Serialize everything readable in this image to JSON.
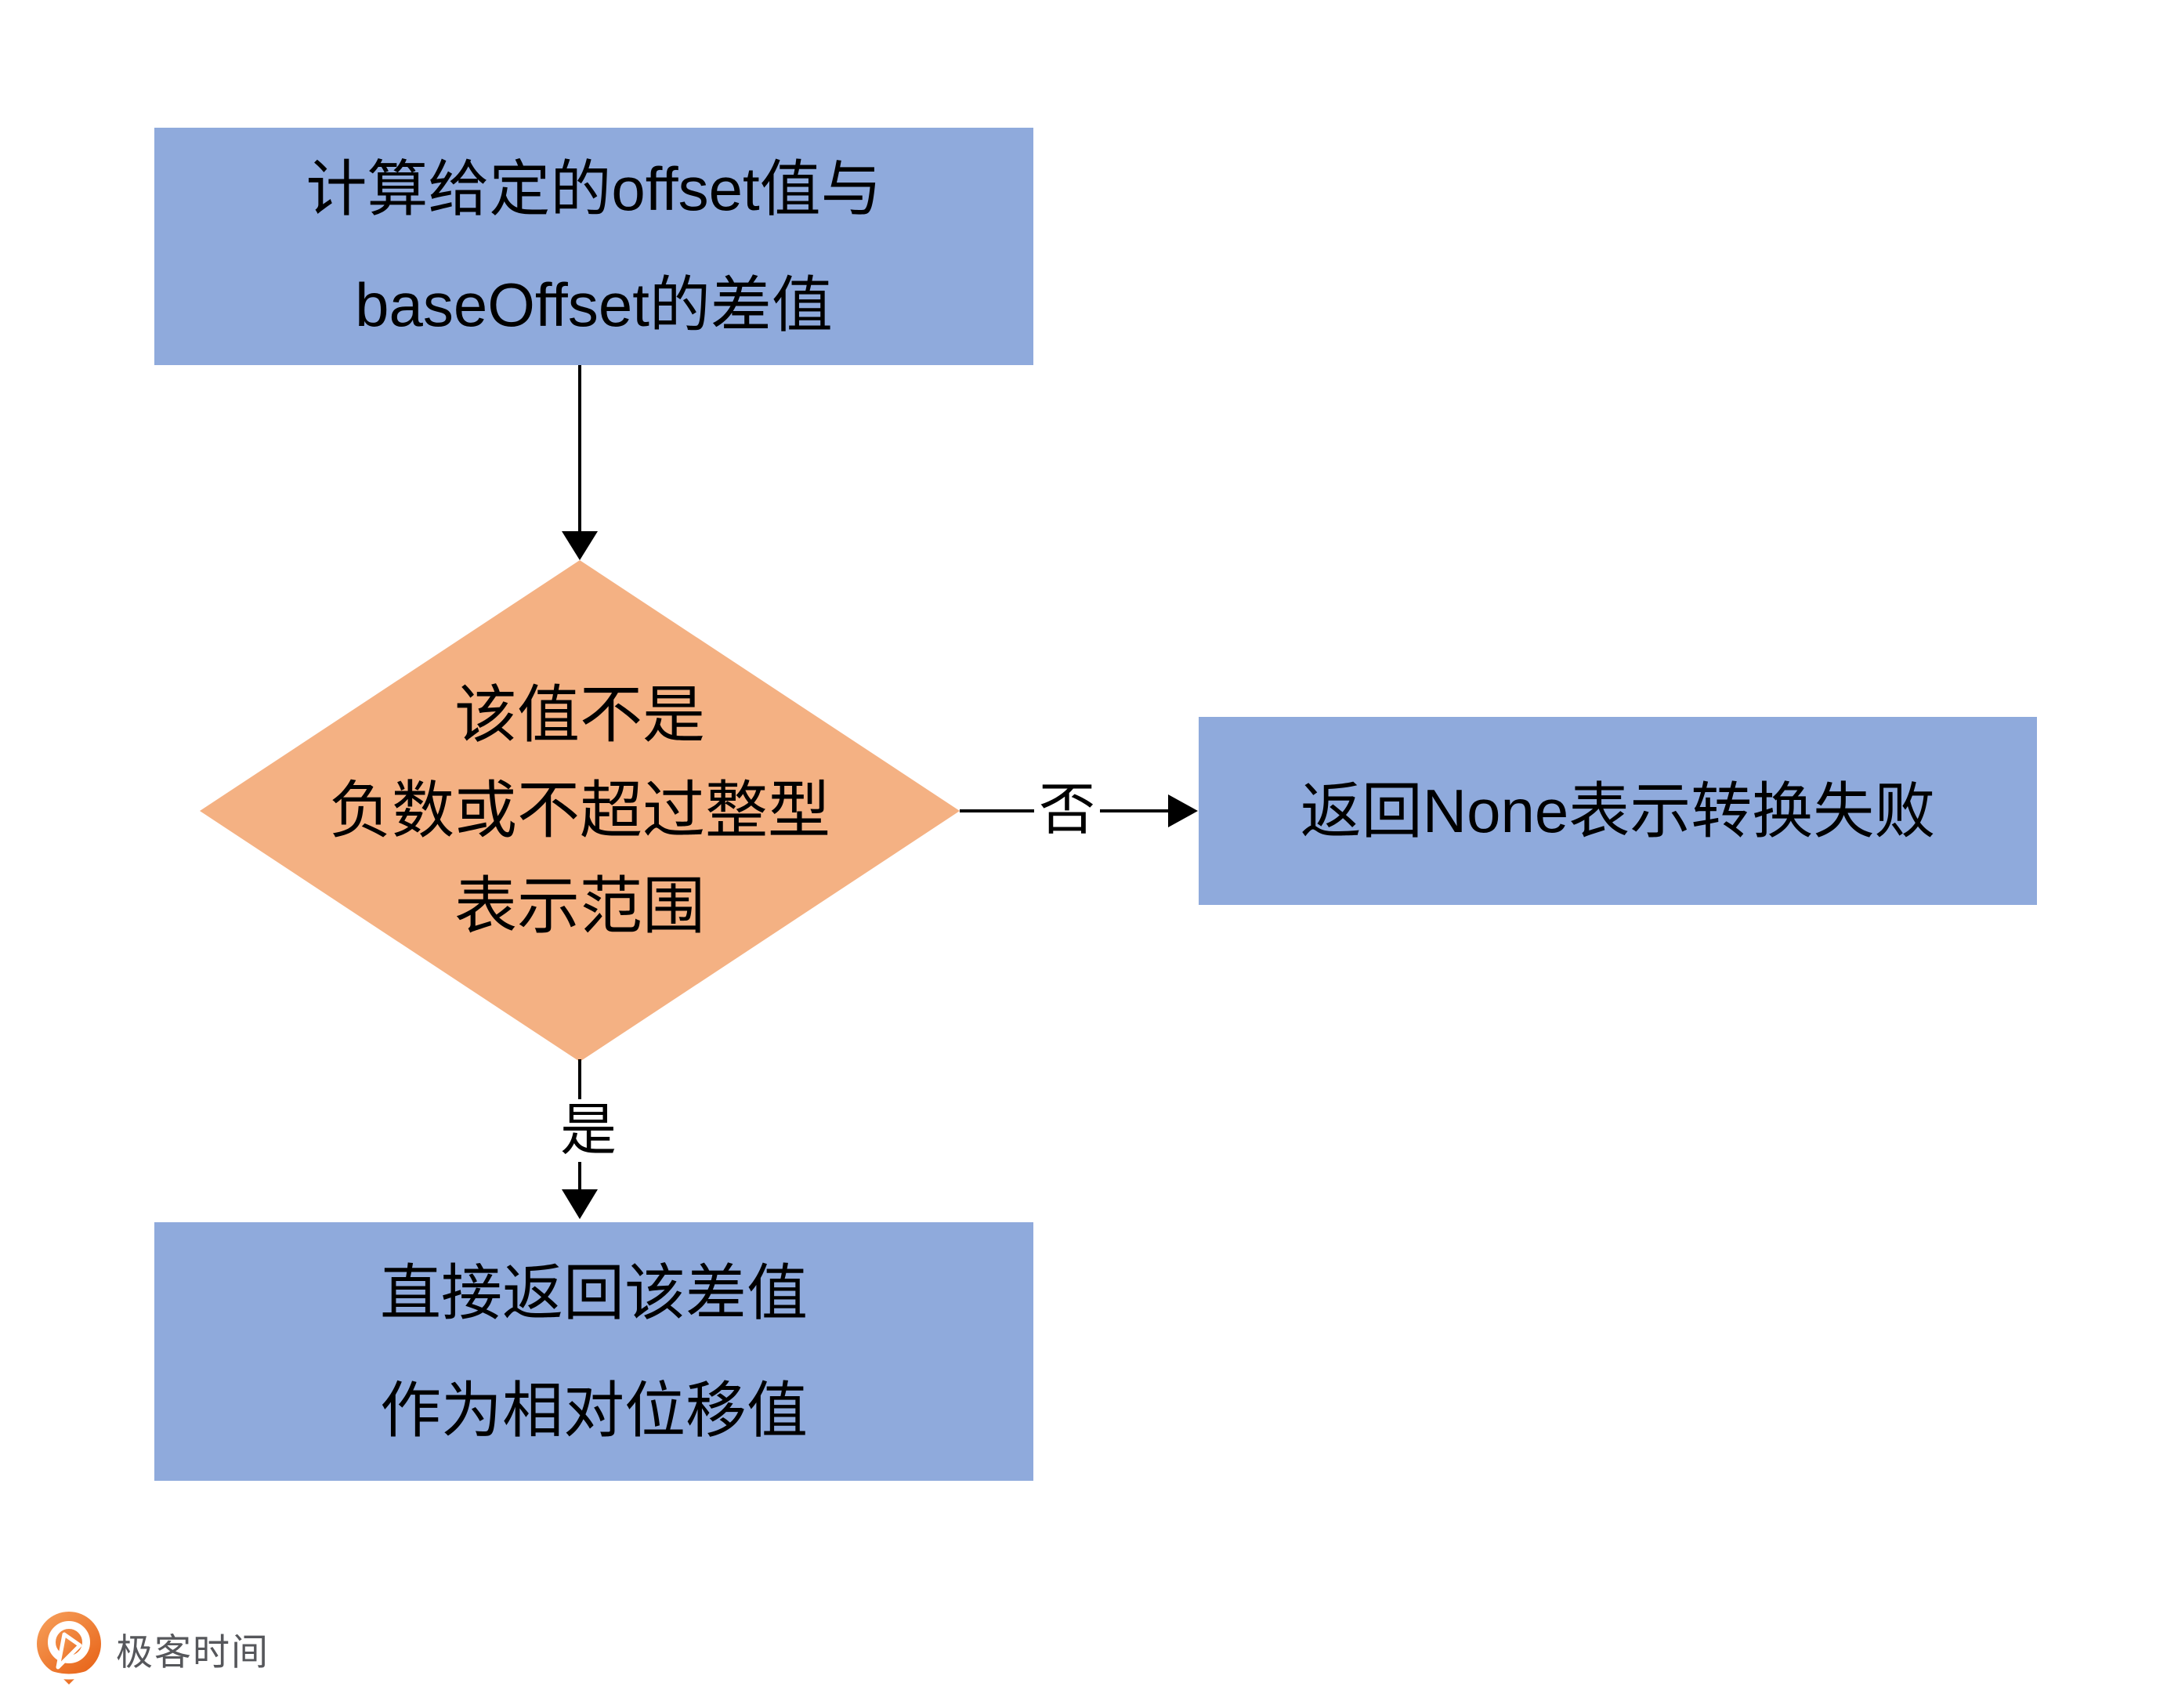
{
  "flowchart": {
    "start": {
      "line1": "计算给定的offset值与",
      "line2": "baseOffset的差值"
    },
    "decision": {
      "line1": "该值不是",
      "line2": "负数或不超过整型",
      "line3": "表示范围"
    },
    "fail": {
      "text": "返回None表示转换失败"
    },
    "success": {
      "line1": "直接返回该差值",
      "line2": "作为相对位移值"
    },
    "labels": {
      "no": "否",
      "yes": "是"
    }
  },
  "colors": {
    "node_blue": "#8FAADC",
    "node_orange": "#F4B183",
    "arrow_black": "#000000",
    "logo_orange_light": "#F7A15C",
    "logo_orange_dark": "#E8651A",
    "logo_text_gray": "#56575B",
    "background": "#FFFFFF"
  },
  "footer": {
    "brand": "极客时间",
    "logo_icon": "geektime-pin-icon"
  }
}
